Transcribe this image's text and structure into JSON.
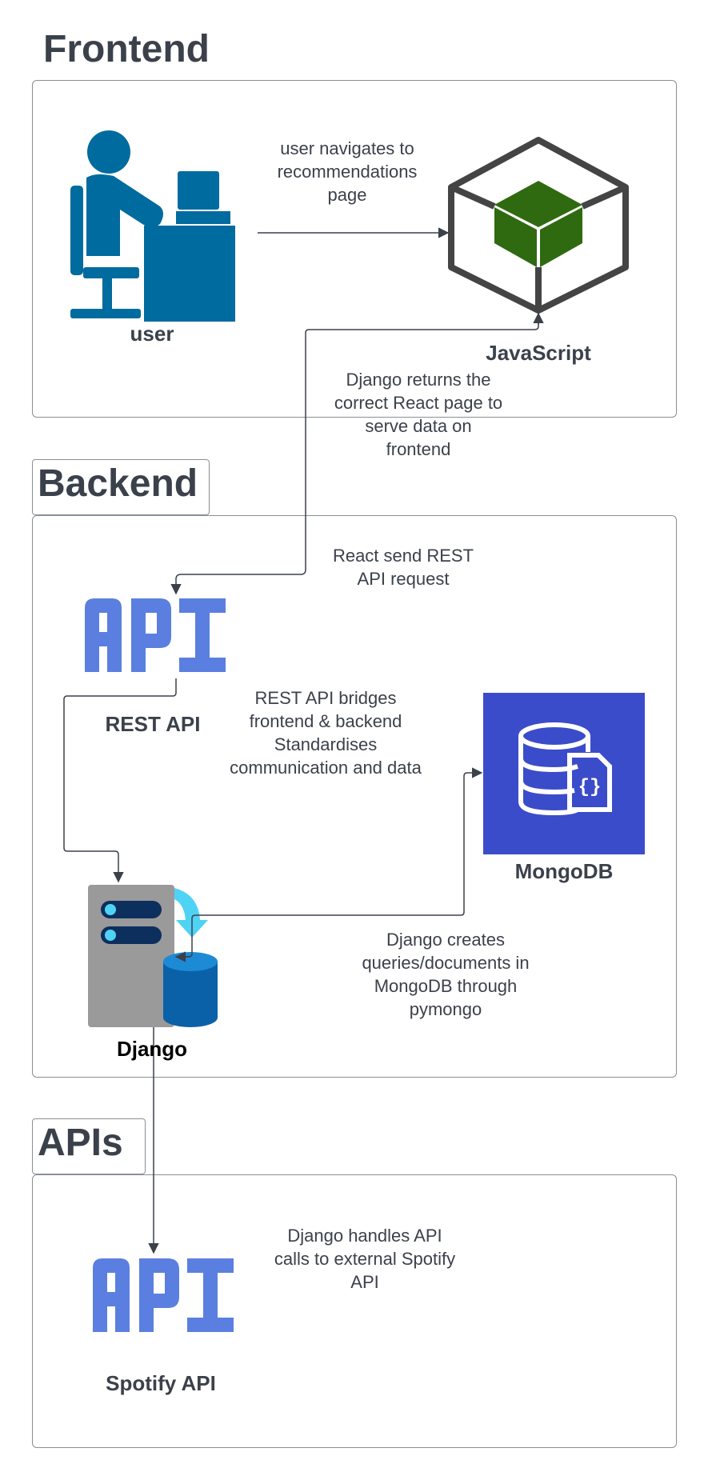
{
  "sections": {
    "frontend": "Frontend",
    "backend": "Backend",
    "apis": "APIs"
  },
  "nodes": {
    "user": "user",
    "javascript": "JavaScript",
    "rest_api": "REST API",
    "mongodb": "MongoDB",
    "django": "Django",
    "spotify_api": "Spotify API"
  },
  "api_logo_text": "API",
  "edges": {
    "user_to_js": "user navigates to\nrecommendations\npage",
    "django_returns": "Django returns the\ncorrect React page to\nserve data on\nfrontend",
    "react_request": "React send REST\nAPI request",
    "rest_bridges": "REST API bridges\nfrontend & backend\nStandardises\ncommunication and data",
    "django_mongo": "Django creates\nqueries/documents in\nMongoDB through\npymongo",
    "django_spotify": "Django handles API\ncalls to external Spotify\nAPI"
  },
  "colors": {
    "user_blue": "#006b9e",
    "api_blue": "#5b7fe0",
    "mongo_bg": "#3b4cca",
    "cube_green": "#2f6a10",
    "server_gray": "#9a9a9a",
    "db_blue": "#0a61a8",
    "arrow": "#3b414b"
  }
}
